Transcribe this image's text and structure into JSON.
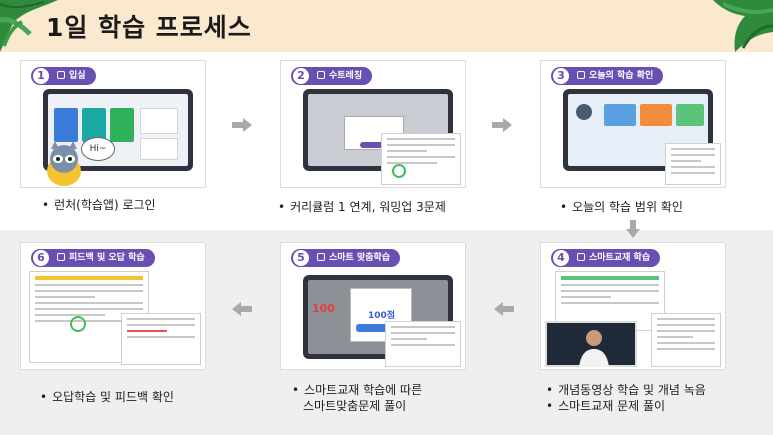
{
  "header": {
    "title": "1일 학습 프로세스"
  },
  "steps": [
    {
      "num": "1",
      "badge": "입실",
      "caption": [
        "런처(학습앱) 로그인"
      ]
    },
    {
      "num": "2",
      "badge": "수트레칭",
      "caption": [
        "커리큘럼 1 연계, 워밍업 3문제"
      ]
    },
    {
      "num": "3",
      "badge": "오늘의 학습 확인",
      "caption": [
        "오늘의 학습 범위 확인"
      ]
    },
    {
      "num": "4",
      "badge": "스마트교재 학습",
      "caption": [
        "개념동영상 학습 및 개념 녹음",
        "스마트교재 문제 풀이"
      ]
    },
    {
      "num": "5",
      "badge": "스마트 맞춤학습",
      "caption": [
        "스마트교재 학습에 따른",
        "스마트맞춤문제 풀이"
      ]
    },
    {
      "num": "6",
      "badge": "피드백 및 오답 학습",
      "caption": [
        "오답학습 및 피드백 확인"
      ]
    }
  ],
  "screen_text": {
    "speech": "Hi~",
    "score": "100",
    "score_small": "100점"
  },
  "colors": {
    "accent": "#6a4fb3",
    "header_bg": "#fbe9cf",
    "arrow": "#a9a9a9"
  }
}
